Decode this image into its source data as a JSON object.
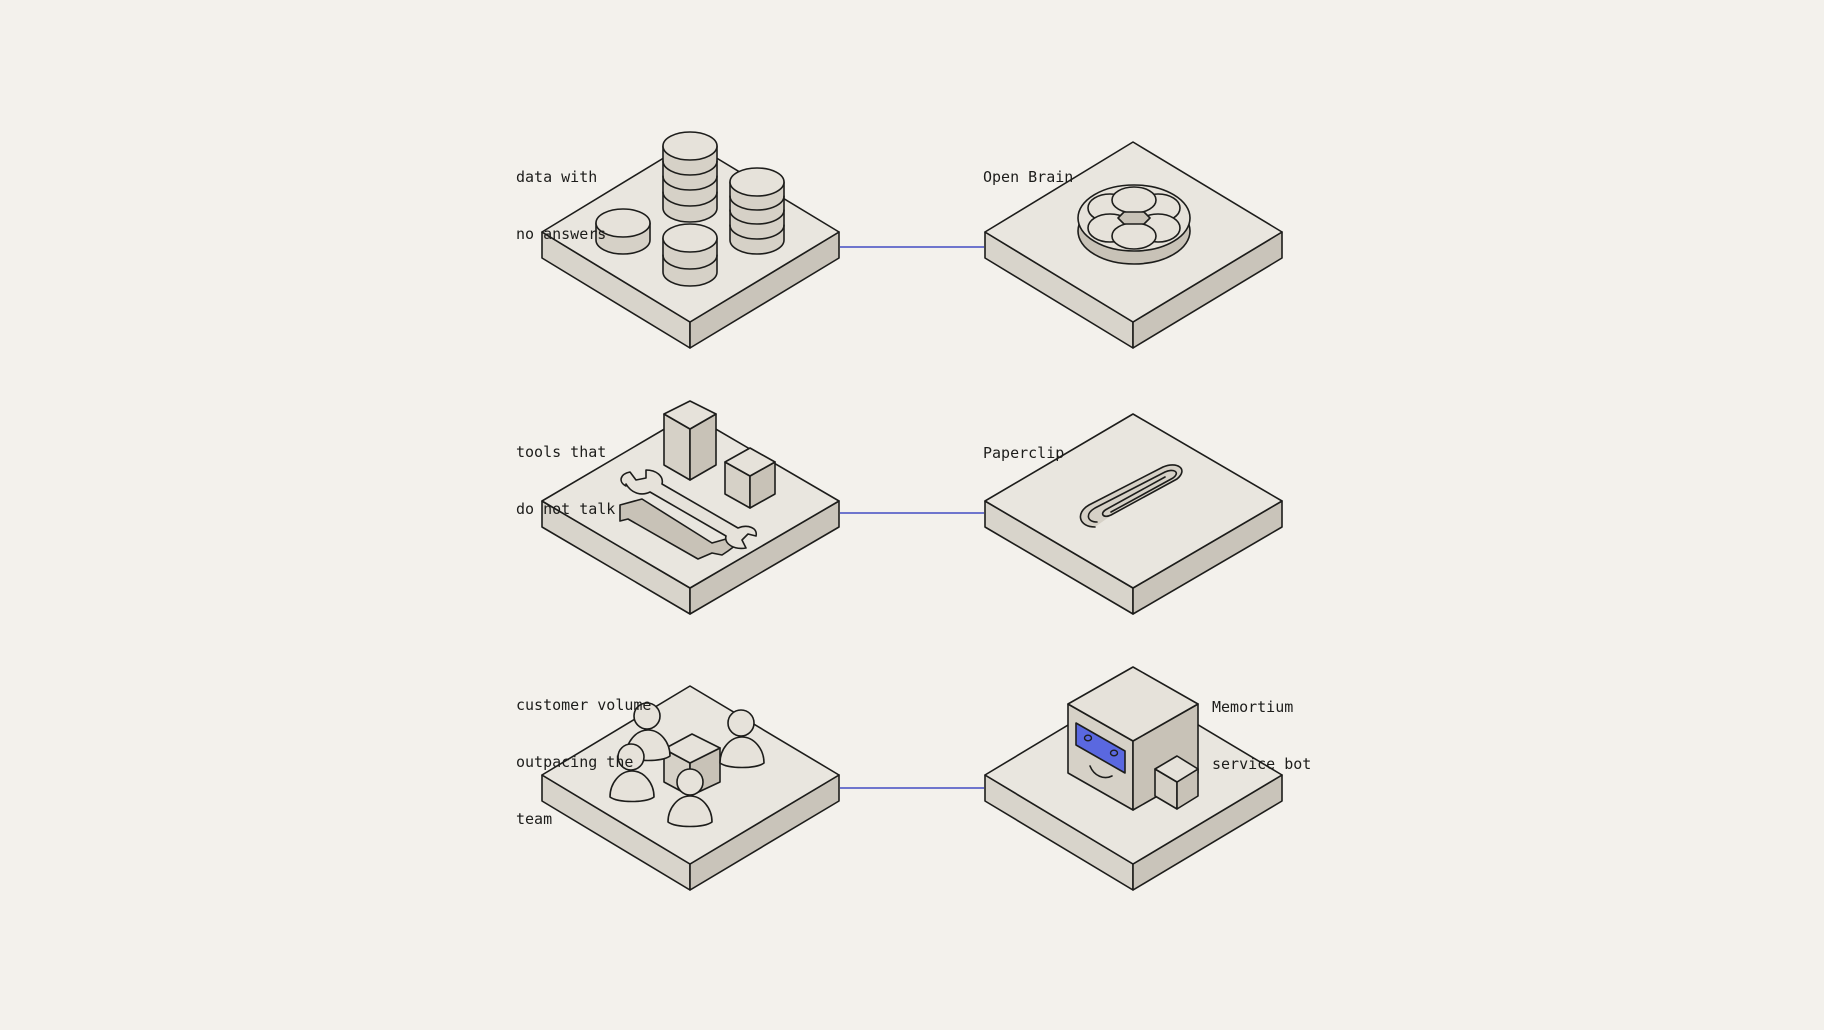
{
  "colors": {
    "background": "#f3f1ec",
    "tile_top": "#e9e6df",
    "tile_side_left": "#d8d4cb",
    "tile_side_right": "#c9c4ba",
    "stroke": "#1d1d1b",
    "connector": "#5b63c9",
    "accent_visor": "#5a68e0"
  },
  "rows": [
    {
      "problem": {
        "label_lines": [
          "data with",
          "no answers"
        ],
        "icon": "database-stacks-icon"
      },
      "solution": {
        "label_lines": [
          "Open Brain"
        ],
        "icon": "knot-brain-logo-icon"
      }
    },
    {
      "problem": {
        "label_lines": [
          "tools that",
          "do not talk"
        ],
        "icon": "wrench-and-blocks-icon"
      },
      "solution": {
        "label_lines": [
          "Paperclip"
        ],
        "icon": "paperclip-icon"
      }
    },
    {
      "problem": {
        "label_lines": [
          "customer volume",
          "outpacing the",
          "team"
        ],
        "icon": "crowd-of-people-icon"
      },
      "solution": {
        "label_lines": [
          "Memortium",
          "service bot"
        ],
        "icon": "robot-cube-icon"
      }
    }
  ]
}
